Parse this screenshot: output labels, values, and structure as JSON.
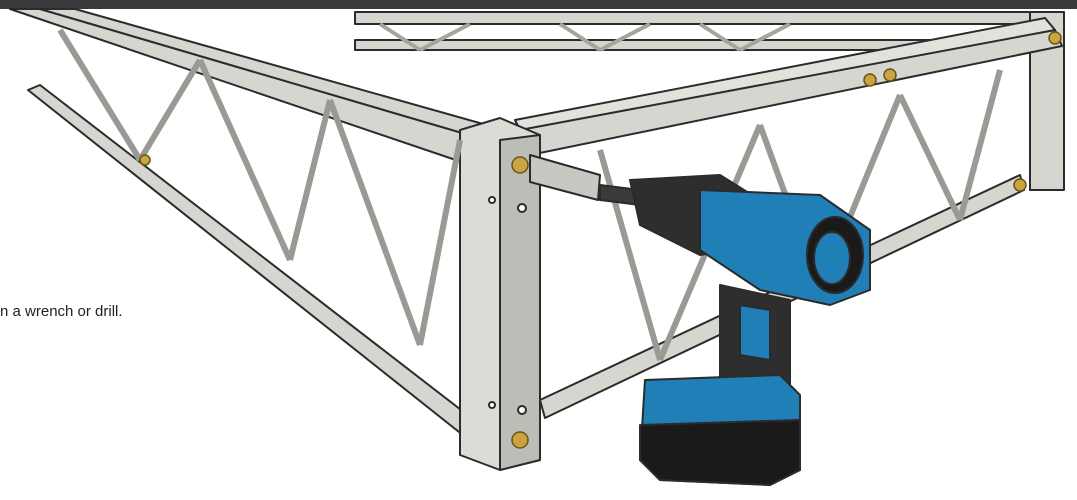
{
  "caption": "n a wrench or drill.",
  "colors": {
    "top_bar": "#3a3a3a",
    "frame_metal": "#d6d6d0",
    "frame_shadow": "#a9a9a3",
    "frame_outline": "#2b2b2b",
    "bolt_brass": "#c9a441",
    "drill_body": "#1f7fb6",
    "drill_grip": "#2e2e2e",
    "caption_text": "#222222"
  },
  "illustration": {
    "subject": "aluminum-truss-frame-with-cordless-drill",
    "icons": [
      "truss-frame",
      "cordless-drill",
      "brass-bolt"
    ]
  }
}
